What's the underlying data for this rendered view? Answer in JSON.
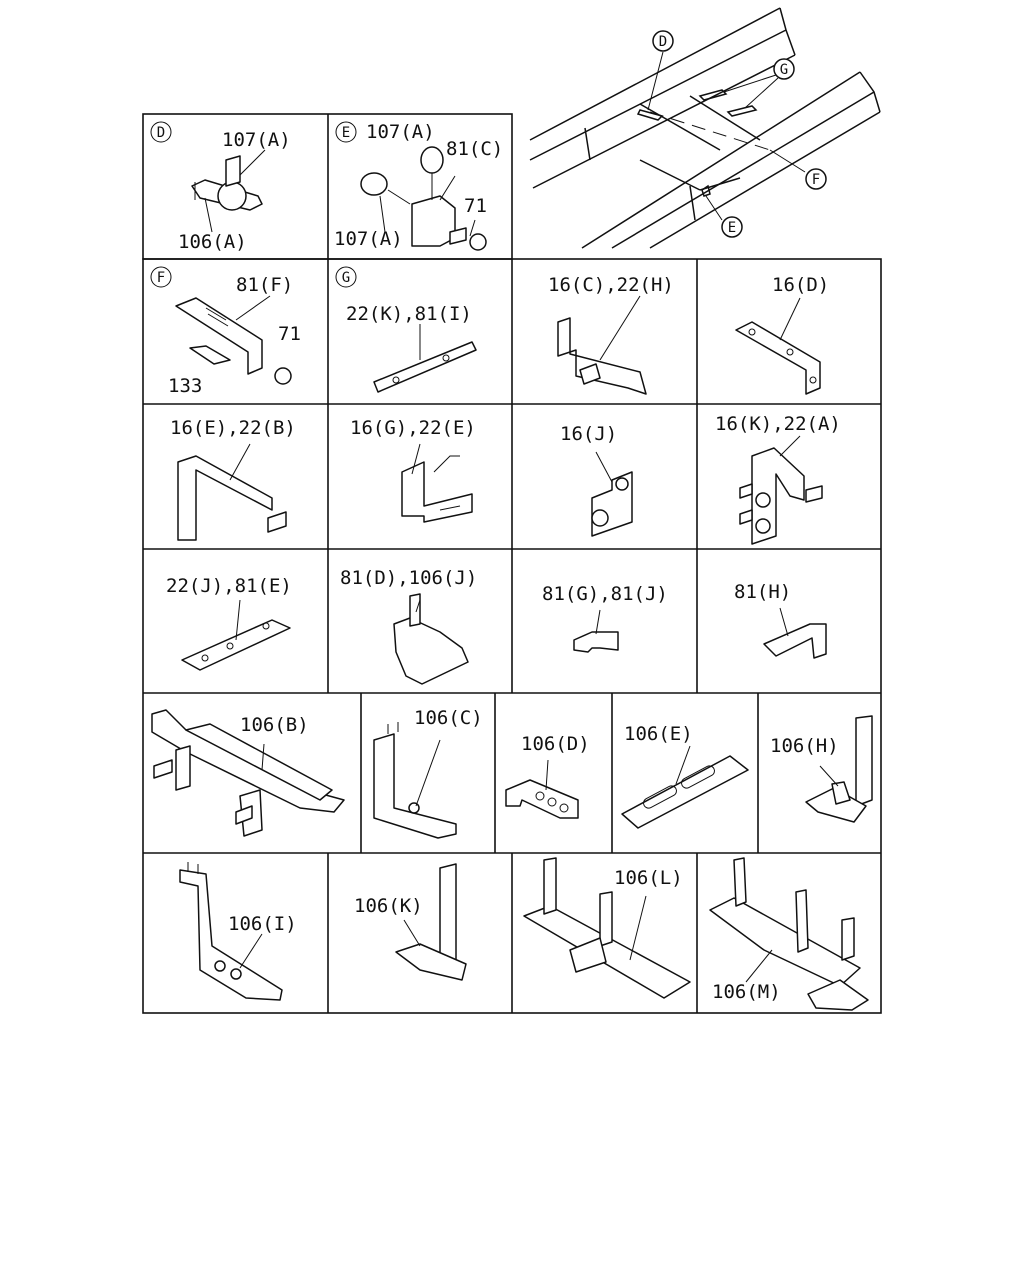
{
  "overview": {
    "callouts": [
      "D",
      "G",
      "F",
      "E"
    ]
  },
  "row1": {
    "D": {
      "letter": "D",
      "labels": [
        "107(A)",
        "106(A)"
      ]
    },
    "E": {
      "letter": "E",
      "labels": [
        "107(A)",
        "81(C)",
        "71",
        "107(A)"
      ]
    }
  },
  "row2": {
    "F": {
      "letter": "F",
      "labels": [
        "81(F)",
        "71",
        "133"
      ]
    },
    "G": {
      "letter": "G",
      "label": "22(K),81(I)"
    },
    "c3": "16(C),22(H)",
    "c4": "16(D)"
  },
  "row3": [
    "16(E),22(B)",
    "16(G),22(E)",
    "16(J)",
    "16(K),22(A)"
  ],
  "row4": [
    "22(J),81(E)",
    "81(D),106(J)",
    "81(G),81(J)",
    "81(H)"
  ],
  "row5": [
    "106(B)",
    "106(C)",
    "106(D)",
    "106(E)",
    "106(H)"
  ],
  "row6": [
    "106(I)",
    "106(K)",
    "106(L)",
    "106(M)"
  ]
}
